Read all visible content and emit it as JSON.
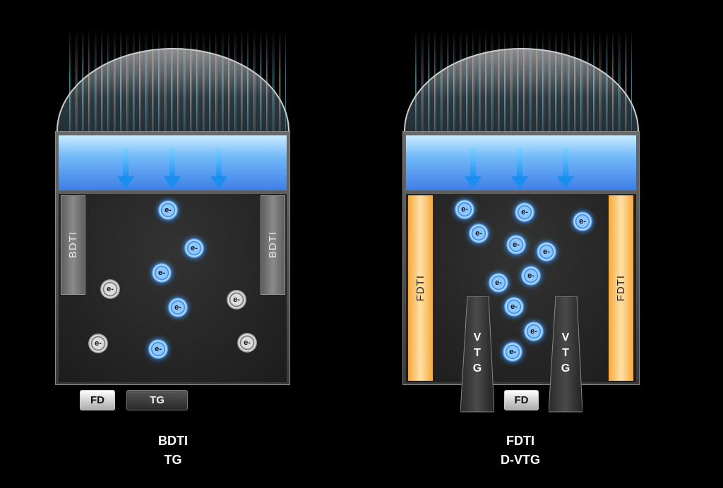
{
  "electron_label": "e-",
  "left": {
    "isolation_label": "BDTI",
    "fd_label": "FD",
    "tg_label": "TG",
    "caption_line1": "BDTI",
    "caption_line2": "TG"
  },
  "right": {
    "isolation_label": "FDTI",
    "vtg_label": "V\nT\nG",
    "fd_label": "FD",
    "caption_line1": "FDTI",
    "caption_line2": "D-VTG"
  },
  "colors": {
    "filter_blue": "#3e7fe6",
    "fdti_orange": "#f7a93a",
    "electron_blue": "#2d7fe0",
    "bdti_gray": "#8a8a8a"
  }
}
